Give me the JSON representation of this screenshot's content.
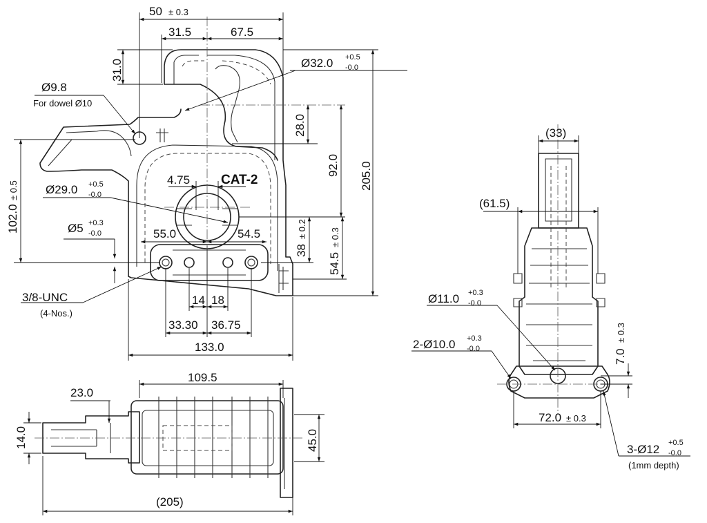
{
  "front_view": {
    "width_50": "50",
    "width_50_tol": "± 0.3",
    "width_31_5": "31.5",
    "width_67_5": "67.5",
    "height_31": "31.0",
    "bore_32": "Ø32.0",
    "bore_32_tol_up": "+0.5",
    "bore_32_tol_dn": "-0.0",
    "dowel_9_8": "Ø9.8",
    "dowel_note": "For dowel Ø10",
    "height_28": "28.0",
    "height_92": "92.0",
    "height_205": "205.0",
    "height_102": "102.0",
    "height_102_tol": "± 0.5",
    "gap_4_75": "4.75",
    "cat_label": "CAT-2",
    "bore_29": "Ø29.0",
    "bore_29_tol_up": "+0.5",
    "bore_29_tol_dn": "-0.0",
    "hole_5": "Ø5",
    "hole_5_tol_up": "+0.3",
    "hole_5_tol_dn": "-0.0",
    "span_55": "55.0",
    "span_54_5": "54.5",
    "height_38": "38",
    "height_38_tol": "± 0.2",
    "height_54_5": "54.5",
    "height_54_5_tol": "± 0.3",
    "thread": "3/8-UNC",
    "thread_count": "(4-Nos.)",
    "pitch_14": "14",
    "pitch_18": "18",
    "pitch_33_30": "33.30",
    "pitch_36_75": "36.75",
    "width_133": "133.0"
  },
  "top_view": {
    "len_109_5": "109.5",
    "len_23": "23.0",
    "height_14": "14.0",
    "height_45": "45.0",
    "len_205": "(205)"
  },
  "side_view": {
    "width_33": "(33)",
    "width_61_5": "(61.5)",
    "hole_11": "Ø11.0",
    "hole_11_tol_up": "+0.3",
    "hole_11_tol_dn": "-0.0",
    "hole_10": "2-Ø10.0",
    "hole_10_tol_up": "+0.3",
    "hole_10_tol_dn": "-0.0",
    "height_7": "7.0",
    "height_7_tol": "± 0.3",
    "span_72": "72.0",
    "span_72_tol": "± 0.3",
    "hole_12": "3-Ø12",
    "hole_12_tol_up": "+0.5",
    "hole_12_tol_dn": "-0.0",
    "hole_12_note": "(1mm depth)"
  }
}
